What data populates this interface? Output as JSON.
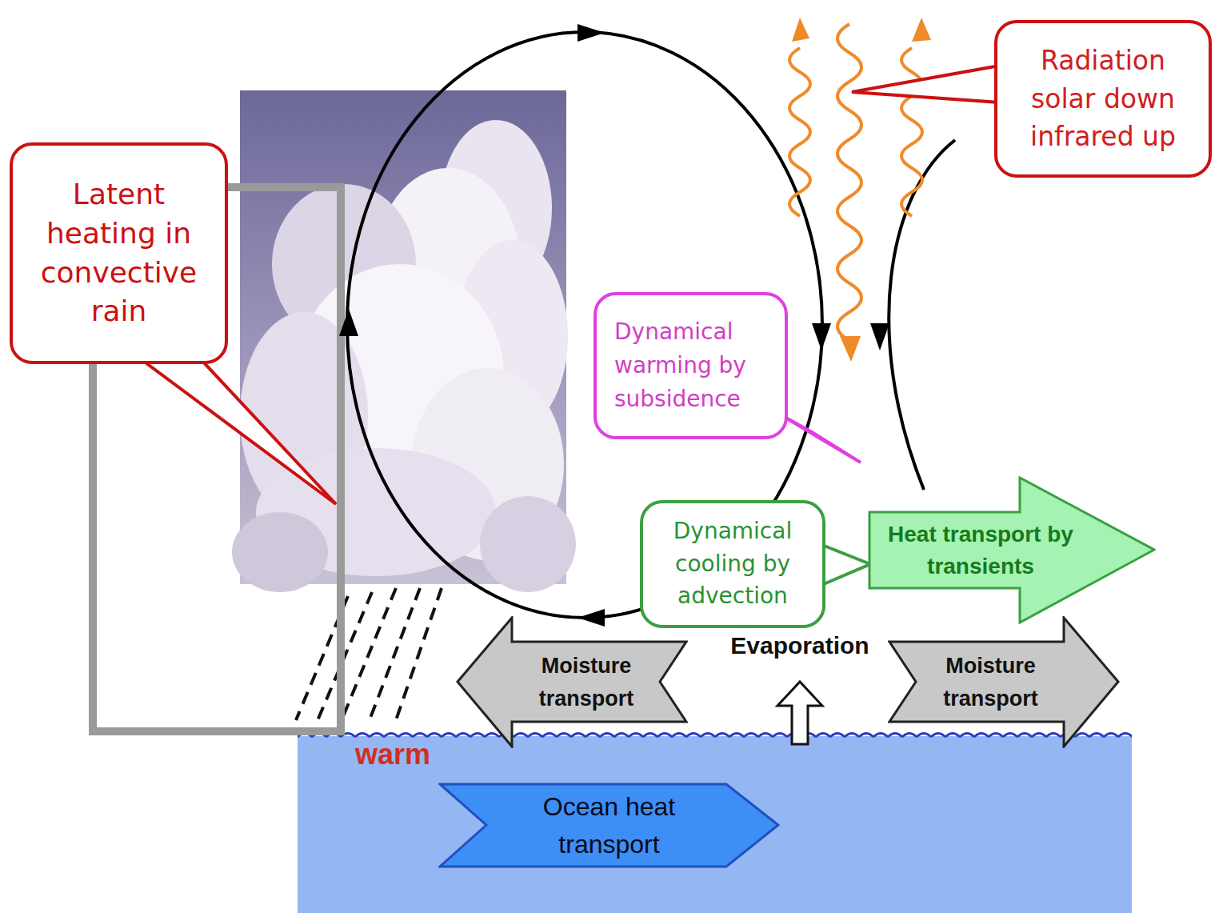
{
  "diagram": {
    "nodes": [
      {
        "text": [
          "Latent heating in convective rain"
        ]
      },
      {
        "text": [
          "Radiation solar down infrared up"
        ]
      },
      {
        "text": [
          "Dynamical warming by subsidence"
        ]
      },
      {
        "text": [
          "Dynamical cooling by advection"
        ]
      },
      {
        "text": [
          "Heat transport by transients"
        ]
      },
      {
        "text": [
          "Moisture transport"
        ]
      },
      {
        "text": [
          "Moisture transport"
        ]
      },
      {
        "text": [
          "Ocean heat transport"
        ]
      }
    ],
    "labels": [
      "Evaporation",
      "warm"
    ]
  }
}
